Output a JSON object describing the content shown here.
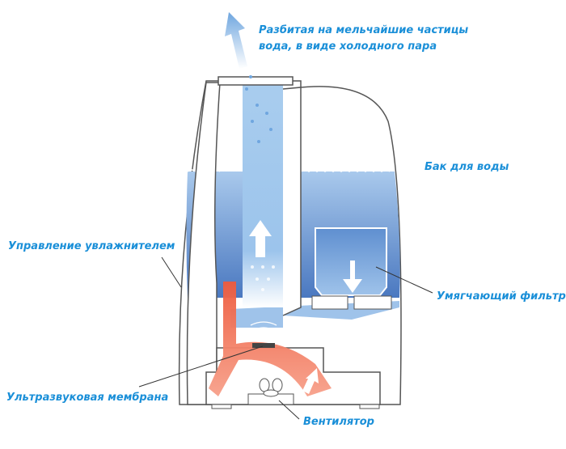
{
  "labels": {
    "vapor_line1": "Разбитая на мельчайшие частицы",
    "vapor_line2": "вода, в виде холодного пара",
    "water_tank": "Бак для воды",
    "control": "Управление увлажнителем",
    "softening_filter": "Умягчающий фильтр",
    "ultrasonic_membrane": "Ультразвуковая мембрана",
    "fan": "Вентилятор"
  },
  "colors": {
    "label_text": "#1a8fd8",
    "water_dark": "#4a78c0",
    "water_light": "#a9c9ec",
    "air_flow": "#ee5a3c",
    "outline": "#555555"
  }
}
